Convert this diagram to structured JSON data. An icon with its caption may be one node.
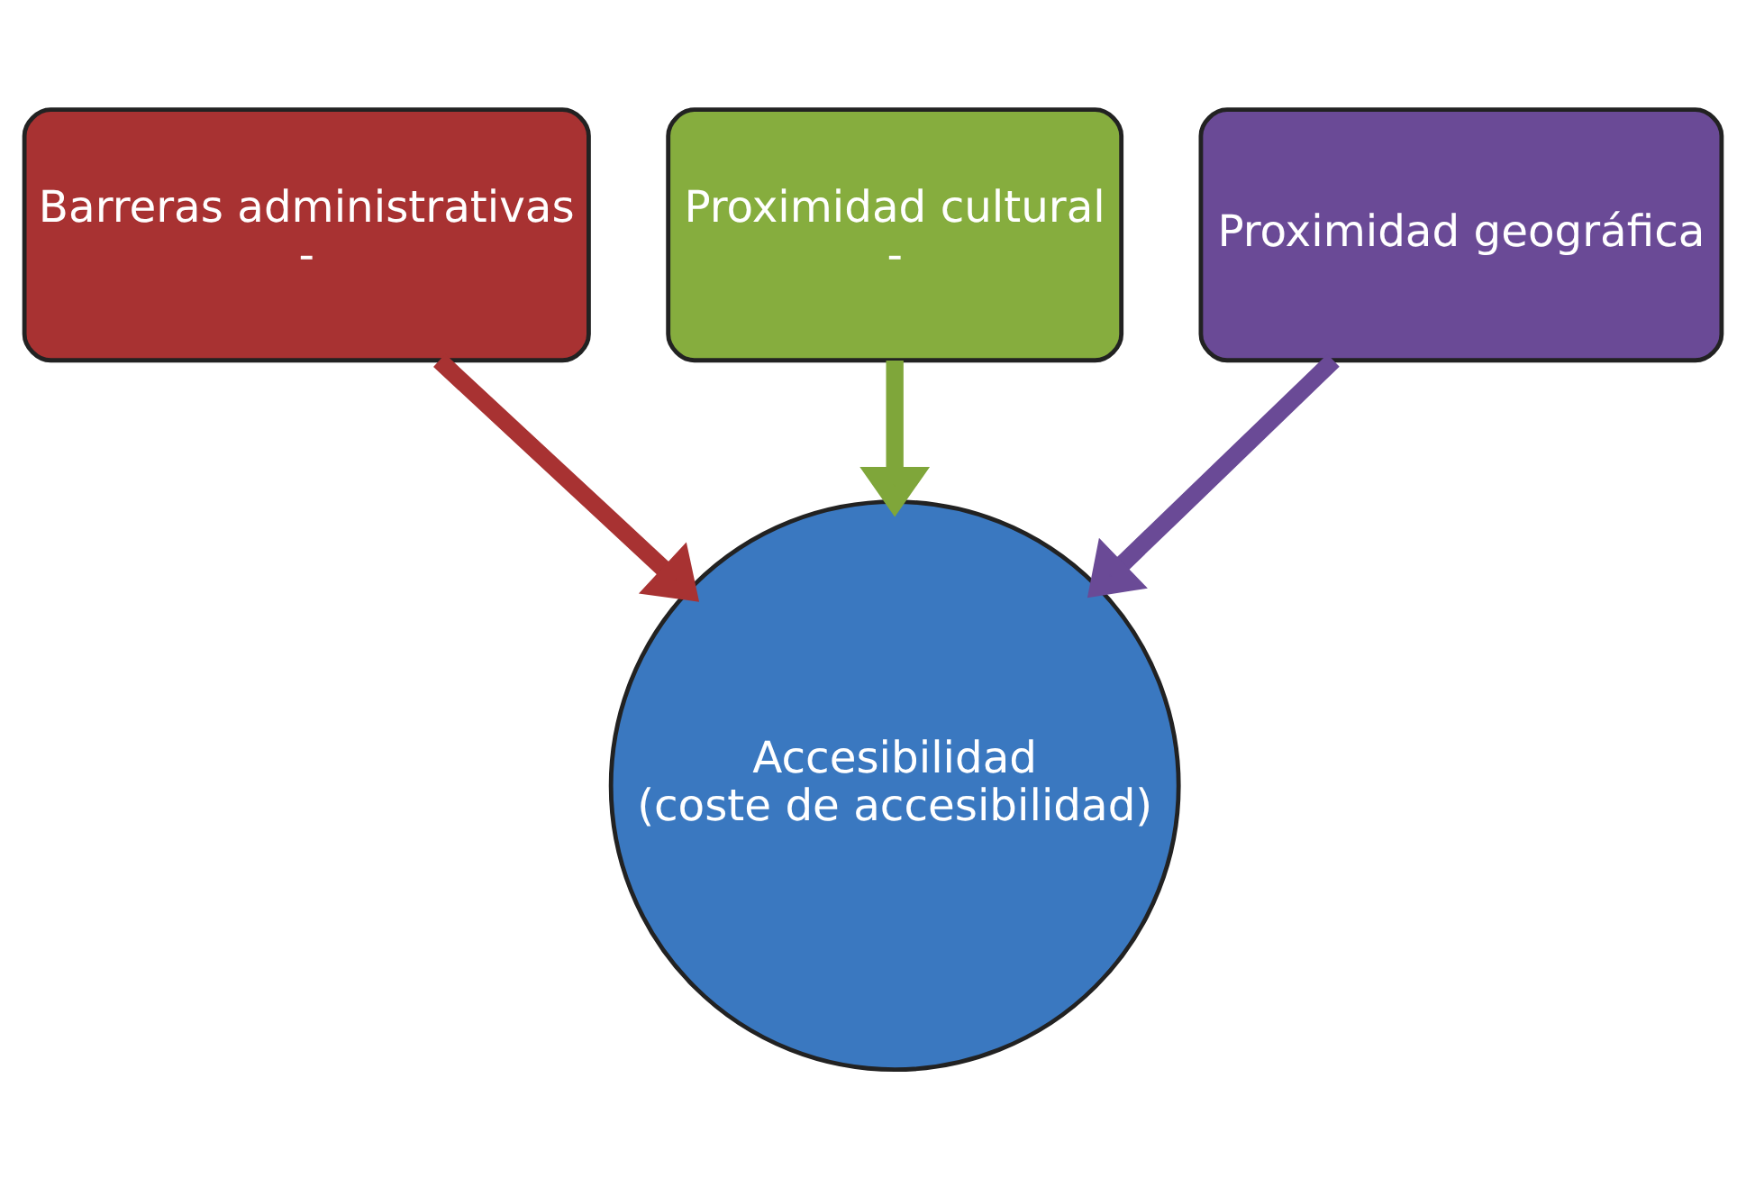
{
  "diagram": {
    "nodes": [
      {
        "text": [
          "Barreras administrativas",
          "-"
        ]
      },
      {
        "text": [
          "Proximidad cultural",
          "-"
        ]
      },
      {
        "text": [
          "Proximidad geográfica"
        ]
      },
      {
        "text": [
          "Accesibilidad",
          "(coste de accesibilidad)"
        ]
      }
    ],
    "edges": [
      {
        "from": 0,
        "to": 3,
        "arrow": "to",
        "color": "#a83232"
      },
      {
        "from": 1,
        "to": 3,
        "arrow": "to",
        "color": "#7fa63a"
      },
      {
        "from": 2,
        "to": 3,
        "arrow": "to",
        "color": "#6a4a96"
      }
    ]
  }
}
